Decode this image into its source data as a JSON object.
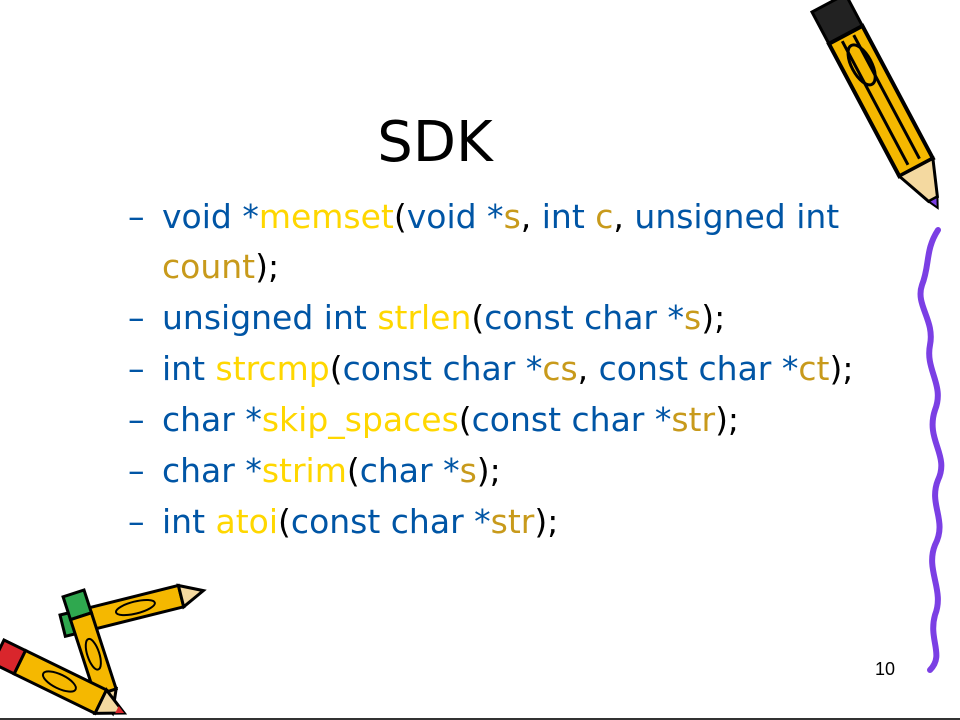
{
  "slide": {
    "title": "SDK",
    "page_number": "10"
  },
  "bullets": [
    {
      "dash": "–",
      "parts": [
        {
          "t": "void *",
          "c": "type"
        },
        {
          "t": "memset",
          "c": "fn"
        },
        {
          "t": "(",
          "c": "punc"
        },
        {
          "t": "void *",
          "c": "type"
        },
        {
          "t": "s",
          "c": "arg"
        },
        {
          "t": ", ",
          "c": "punc"
        },
        {
          "t": "int ",
          "c": "type"
        },
        {
          "t": "c",
          "c": "arg"
        },
        {
          "t": ", ",
          "c": "punc"
        },
        {
          "t": "unsigned int ",
          "c": "type"
        },
        {
          "t": "count",
          "c": "arg"
        },
        {
          "t": ");",
          "c": "punc"
        }
      ]
    },
    {
      "dash": "–",
      "parts": [
        {
          "t": "unsigned int ",
          "c": "type"
        },
        {
          "t": "strlen",
          "c": "fn"
        },
        {
          "t": "(",
          "c": "punc"
        },
        {
          "t": "const char *",
          "c": "type"
        },
        {
          "t": "s",
          "c": "arg"
        },
        {
          "t": ");",
          "c": "punc"
        }
      ]
    },
    {
      "dash": "–",
      "parts": [
        {
          "t": "int ",
          "c": "type"
        },
        {
          "t": "strcmp",
          "c": "fn"
        },
        {
          "t": "(",
          "c": "punc"
        },
        {
          "t": "const char *",
          "c": "type"
        },
        {
          "t": "cs",
          "c": "arg"
        },
        {
          "t": ", ",
          "c": "punc"
        },
        {
          "t": "const char *",
          "c": "type"
        },
        {
          "t": "ct",
          "c": "arg"
        },
        {
          "t": ");",
          "c": "punc"
        }
      ]
    },
    {
      "dash": "–",
      "parts": [
        {
          "t": "char *",
          "c": "type"
        },
        {
          "t": "skip_spaces",
          "c": "fn"
        },
        {
          "t": "(",
          "c": "punc"
        },
        {
          "t": "const char *",
          "c": "type"
        },
        {
          "t": "str",
          "c": "arg"
        },
        {
          "t": ");",
          "c": "punc"
        }
      ]
    },
    {
      "dash": "–",
      "parts": [
        {
          "t": "char *",
          "c": "type"
        },
        {
          "t": "strim",
          "c": "fn"
        },
        {
          "t": "(",
          "c": "punc"
        },
        {
          "t": "char *",
          "c": "type"
        },
        {
          "t": "s",
          "c": "arg"
        },
        {
          "t": ");",
          "c": "punc"
        }
      ]
    },
    {
      "dash": "–",
      "parts": [
        {
          "t": "int ",
          "c": "type"
        },
        {
          "t": "atoi",
          "c": "fn"
        },
        {
          "t": "(",
          "c": "punc"
        },
        {
          "t": "const char *",
          "c": "type"
        },
        {
          "t": "str",
          "c": "arg"
        },
        {
          "t": ");",
          "c": "punc"
        }
      ]
    }
  ],
  "colors": {
    "type": "#0055a5",
    "function_name": "#ffd700",
    "argument": "#c89a1b",
    "punctuation": "#000000",
    "squiggle": "#7b3fe4",
    "pencil_body": "#f5b800"
  },
  "decorations": {
    "top_right": "pencil-icon",
    "bottom_left": "crossed-pencils-icon",
    "right_edge": "squiggle-line"
  }
}
